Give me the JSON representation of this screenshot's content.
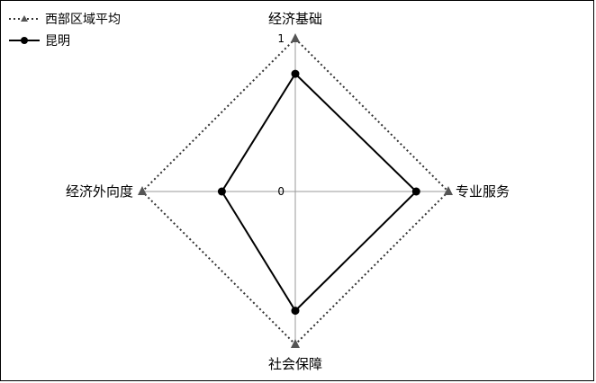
{
  "chart_data": {
    "type": "radar",
    "axes": [
      "经济基础",
      "专业服务",
      "社会保障",
      "经济外向度"
    ],
    "tick_labels": [
      "0",
      "1"
    ],
    "range": [
      0,
      1
    ],
    "legend_position": "top-left",
    "series": [
      {
        "name": "西部区域平均",
        "values": [
          1.0,
          1.0,
          1.0,
          1.0
        ],
        "style": "dotted",
        "marker": "triangle",
        "color": "#333333"
      },
      {
        "name": "昆明",
        "values": [
          0.77,
          0.79,
          0.78,
          0.48
        ],
        "style": "solid",
        "marker": "circle",
        "color": "#000000"
      }
    ],
    "grid": true
  }
}
